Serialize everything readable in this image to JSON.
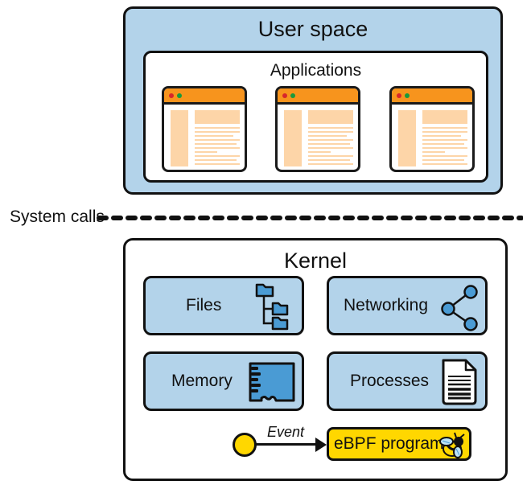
{
  "user_space": {
    "title": "User space",
    "applications": {
      "title": "Applications",
      "windows": [
        {
          "name": "app-window-1",
          "icon": "browser-window-icon"
        },
        {
          "name": "app-window-2",
          "icon": "browser-window-icon"
        },
        {
          "name": "app-window-3",
          "icon": "browser-window-icon"
        }
      ]
    }
  },
  "system_calls": {
    "label": "System calls"
  },
  "kernel": {
    "title": "Kernel",
    "subsystems": [
      {
        "label": "Files",
        "icon": "folder-tree-icon"
      },
      {
        "label": "Networking",
        "icon": "share-nodes-icon"
      },
      {
        "label": "Memory",
        "icon": "memory-card-icon"
      },
      {
        "label": "Processes",
        "icon": "document-icon"
      }
    ],
    "event": {
      "label": "Event",
      "icon": "event-dot-icon"
    },
    "ebpf": {
      "label": "eBPF program",
      "icon": "bee-icon"
    }
  },
  "colors": {
    "panel_blue": "#b3d3ea",
    "icon_blue": "#4a9bd4",
    "window_orange": "#f7941d",
    "window_light_orange": "#fdd5a8",
    "ebpf_yellow": "#ffd700",
    "outline": "#111111",
    "dot_red": "#d7262b",
    "dot_green": "#1a9a3c"
  }
}
